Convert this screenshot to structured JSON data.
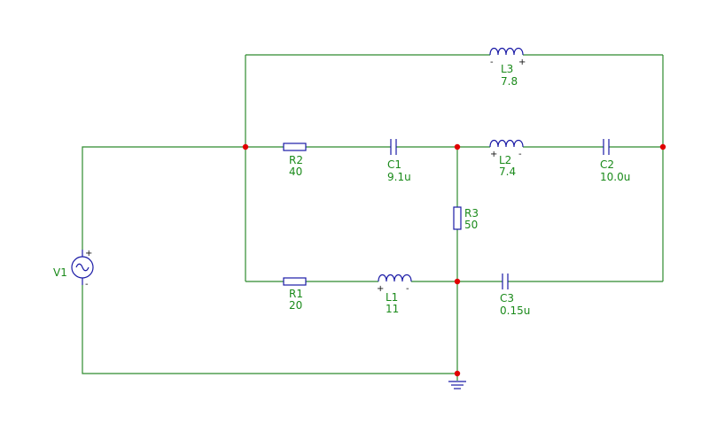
{
  "components": {
    "v1": {
      "name": "V1",
      "plus": "+",
      "minus": "-"
    },
    "r1": {
      "name": "R1",
      "value": "20"
    },
    "r2": {
      "name": "R2",
      "value": "40"
    },
    "r3": {
      "name": "R3",
      "value": "50"
    },
    "l1": {
      "name": "L1",
      "value": "11",
      "plus": "+",
      "minus": "-"
    },
    "l2": {
      "name": "L2",
      "value": "7.4",
      "plus": "+",
      "minus": "-"
    },
    "l3": {
      "name": "L3",
      "value": "7.8",
      "plus": "+",
      "minus": "-"
    },
    "c1": {
      "name": "C1",
      "value": "9.1u"
    },
    "c2": {
      "name": "C2",
      "value": "10.0u"
    },
    "c3": {
      "name": "C3",
      "value": "0.15u"
    }
  },
  "colors": {
    "wire": "#2e8b2e",
    "component": "#1a1aa6",
    "node": "#e00000",
    "label": "#1a8a1a"
  }
}
